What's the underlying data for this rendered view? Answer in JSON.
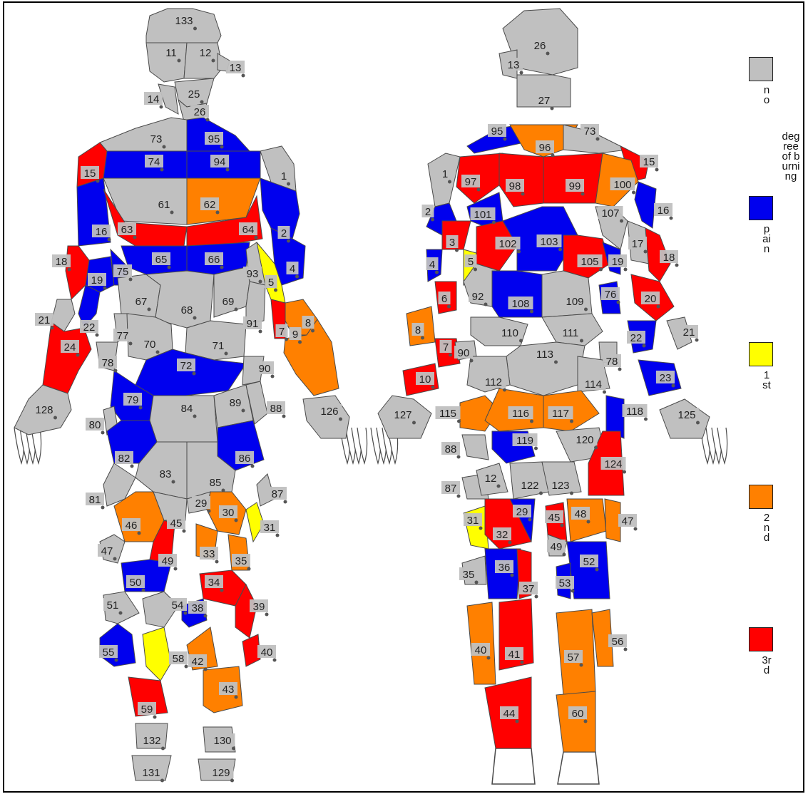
{
  "colors": {
    "none": "#c0c0c0",
    "pain": "#0000ee",
    "first": "#ffff00",
    "second": "#ff8000",
    "third": "#ff0000",
    "outline": "#4a4a4a"
  },
  "legend": {
    "title": "degree of burning",
    "items": [
      {
        "key": "none",
        "label": "no"
      },
      {
        "key": "pain",
        "label": "pain"
      },
      {
        "key": "first",
        "label": "1st"
      },
      {
        "key": "second",
        "label": "2nd"
      },
      {
        "key": "third",
        "label": "3rd"
      }
    ]
  },
  "front_body": {
    "regions": [
      {
        "id": "133",
        "color": "none"
      },
      {
        "id": "11",
        "color": "none"
      },
      {
        "id": "12",
        "color": "none"
      },
      {
        "id": "13",
        "color": "none"
      },
      {
        "id": "14",
        "color": "none"
      },
      {
        "id": "25",
        "color": "none"
      },
      {
        "id": "26",
        "color": "none"
      },
      {
        "id": "73",
        "color": "none"
      },
      {
        "id": "95",
        "color": "pain"
      },
      {
        "id": "74",
        "color": "pain"
      },
      {
        "id": "94",
        "color": "pain"
      },
      {
        "id": "15",
        "color": "third"
      },
      {
        "id": "1",
        "color": "none"
      },
      {
        "id": "61",
        "color": "none"
      },
      {
        "id": "62",
        "color": "second"
      },
      {
        "id": "16",
        "color": "pain"
      },
      {
        "id": "63",
        "color": "third"
      },
      {
        "id": "64",
        "color": "third"
      },
      {
        "id": "2",
        "color": "pain"
      },
      {
        "id": "18",
        "color": "third"
      },
      {
        "id": "65",
        "color": "pain"
      },
      {
        "id": "66",
        "color": "pain"
      },
      {
        "id": "93",
        "color": "none"
      },
      {
        "id": "4",
        "color": "pain"
      },
      {
        "id": "19",
        "color": "pain"
      },
      {
        "id": "75",
        "color": "pain"
      },
      {
        "id": "5",
        "color": "first"
      },
      {
        "id": "67",
        "color": "none"
      },
      {
        "id": "68",
        "color": "none"
      },
      {
        "id": "69",
        "color": "none"
      },
      {
        "id": "21",
        "color": "none"
      },
      {
        "id": "22",
        "color": "pain"
      },
      {
        "id": "91",
        "color": "none"
      },
      {
        "id": "7",
        "color": "third"
      },
      {
        "id": "8",
        "color": "second"
      },
      {
        "id": "24",
        "color": "third"
      },
      {
        "id": "77",
        "color": "none"
      },
      {
        "id": "70",
        "color": "none"
      },
      {
        "id": "71",
        "color": "none"
      },
      {
        "id": "9",
        "color": "second"
      },
      {
        "id": "78",
        "color": "none"
      },
      {
        "id": "72",
        "color": "pain"
      },
      {
        "id": "90",
        "color": "none"
      },
      {
        "id": "79",
        "color": "pain"
      },
      {
        "id": "128",
        "color": "none"
      },
      {
        "id": "84",
        "color": "none"
      },
      {
        "id": "89",
        "color": "none"
      },
      {
        "id": "88",
        "color": "none"
      },
      {
        "id": "126",
        "color": "none"
      },
      {
        "id": "80",
        "color": "none"
      },
      {
        "id": "82",
        "color": "pain"
      },
      {
        "id": "86",
        "color": "pain"
      },
      {
        "id": "83",
        "color": "none"
      },
      {
        "id": "85",
        "color": "none"
      },
      {
        "id": "81",
        "color": "none"
      },
      {
        "id": "87",
        "color": "none"
      },
      {
        "id": "29",
        "color": "none"
      },
      {
        "id": "30",
        "color": "second"
      },
      {
        "id": "46",
        "color": "second"
      },
      {
        "id": "45",
        "color": "none"
      },
      {
        "id": "31",
        "color": "first"
      },
      {
        "id": "47",
        "color": "none"
      },
      {
        "id": "49",
        "color": "third"
      },
      {
        "id": "33",
        "color": "second"
      },
      {
        "id": "35",
        "color": "second"
      },
      {
        "id": "50",
        "color": "pain"
      },
      {
        "id": "34",
        "color": "third"
      },
      {
        "id": "51",
        "color": "none"
      },
      {
        "id": "54",
        "color": "none"
      },
      {
        "id": "38",
        "color": "pain"
      },
      {
        "id": "39",
        "color": "third"
      },
      {
        "id": "55",
        "color": "pain"
      },
      {
        "id": "58",
        "color": "first"
      },
      {
        "id": "42",
        "color": "second"
      },
      {
        "id": "40",
        "color": "third"
      },
      {
        "id": "43",
        "color": "second"
      },
      {
        "id": "59",
        "color": "third"
      },
      {
        "id": "132",
        "color": "none"
      },
      {
        "id": "130",
        "color": "none"
      },
      {
        "id": "131",
        "color": "none"
      },
      {
        "id": "129",
        "color": "none"
      }
    ]
  },
  "back_body": {
    "regions": [
      {
        "id": "26",
        "color": "none"
      },
      {
        "id": "13",
        "color": "none"
      },
      {
        "id": "27",
        "color": "none"
      },
      {
        "id": "95",
        "color": "pain"
      },
      {
        "id": "96",
        "color": "second"
      },
      {
        "id": "73",
        "color": "none"
      },
      {
        "id": "15",
        "color": "third"
      },
      {
        "id": "1",
        "color": "none"
      },
      {
        "id": "97",
        "color": "third"
      },
      {
        "id": "98",
        "color": "third"
      },
      {
        "id": "99",
        "color": "third"
      },
      {
        "id": "100",
        "color": "second"
      },
      {
        "id": "2",
        "color": "pain"
      },
      {
        "id": "101",
        "color": "pain"
      },
      {
        "id": "107",
        "color": "none"
      },
      {
        "id": "16",
        "color": "pain"
      },
      {
        "id": "3",
        "color": "third"
      },
      {
        "id": "102",
        "color": "third"
      },
      {
        "id": "103",
        "color": "pain"
      },
      {
        "id": "17",
        "color": "none"
      },
      {
        "id": "18",
        "color": "third"
      },
      {
        "id": "4",
        "color": "pain"
      },
      {
        "id": "5",
        "color": "first"
      },
      {
        "id": "105",
        "color": "third"
      },
      {
        "id": "19",
        "color": "pain"
      },
      {
        "id": "92",
        "color": "none"
      },
      {
        "id": "6",
        "color": "third"
      },
      {
        "id": "108",
        "color": "pain"
      },
      {
        "id": "109",
        "color": "none"
      },
      {
        "id": "76",
        "color": "pain"
      },
      {
        "id": "20",
        "color": "third"
      },
      {
        "id": "8",
        "color": "second"
      },
      {
        "id": "110",
        "color": "none"
      },
      {
        "id": "111",
        "color": "none"
      },
      {
        "id": "22",
        "color": "pain"
      },
      {
        "id": "21",
        "color": "none"
      },
      {
        "id": "7",
        "color": "third"
      },
      {
        "id": "90",
        "color": "none"
      },
      {
        "id": "113",
        "color": "none"
      },
      {
        "id": "78",
        "color": "none"
      },
      {
        "id": "10",
        "color": "third"
      },
      {
        "id": "112",
        "color": "none"
      },
      {
        "id": "114",
        "color": "none"
      },
      {
        "id": "23",
        "color": "pain"
      },
      {
        "id": "127",
        "color": "none"
      },
      {
        "id": "115",
        "color": "second"
      },
      {
        "id": "116",
        "color": "second"
      },
      {
        "id": "117",
        "color": "second"
      },
      {
        "id": "118",
        "color": "pain"
      },
      {
        "id": "125",
        "color": "none"
      },
      {
        "id": "88",
        "color": "none"
      },
      {
        "id": "119",
        "color": "pain"
      },
      {
        "id": "120",
        "color": "none"
      },
      {
        "id": "124",
        "color": "third"
      },
      {
        "id": "87",
        "color": "none"
      },
      {
        "id": "12",
        "color": "none"
      },
      {
        "id": "122",
        "color": "none"
      },
      {
        "id": "123",
        "color": "none"
      },
      {
        "id": "31",
        "color": "first"
      },
      {
        "id": "29",
        "color": "pain"
      },
      {
        "id": "45",
        "color": "third"
      },
      {
        "id": "48",
        "color": "second"
      },
      {
        "id": "47",
        "color": "second"
      },
      {
        "id": "32",
        "color": "third"
      },
      {
        "id": "49",
        "color": "none"
      },
      {
        "id": "35",
        "color": "none"
      },
      {
        "id": "36",
        "color": "pain"
      },
      {
        "id": "37",
        "color": "third"
      },
      {
        "id": "52",
        "color": "pain"
      },
      {
        "id": "53",
        "color": "pain"
      },
      {
        "id": "40",
        "color": "second"
      },
      {
        "id": "41",
        "color": "third"
      },
      {
        "id": "57",
        "color": "second"
      },
      {
        "id": "56",
        "color": "second"
      },
      {
        "id": "44",
        "color": "third"
      },
      {
        "id": "60",
        "color": "second"
      }
    ]
  }
}
